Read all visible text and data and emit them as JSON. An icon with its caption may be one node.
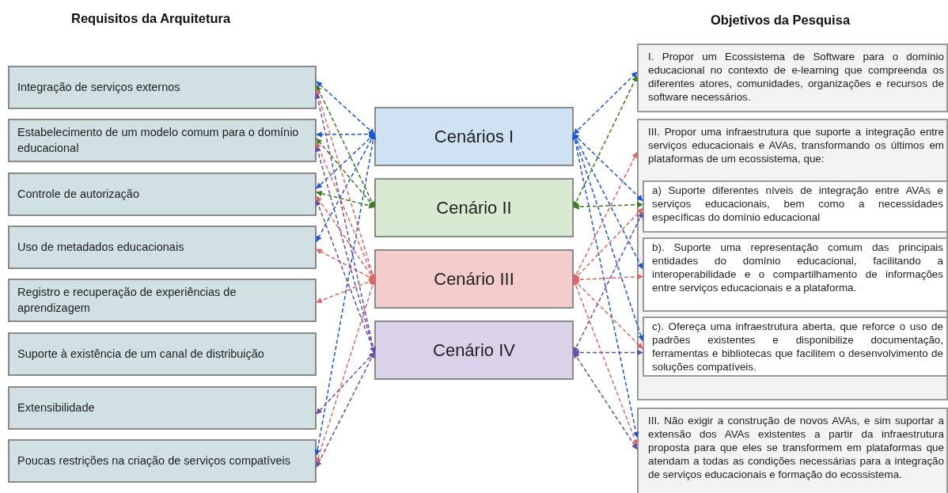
{
  "diagram": {
    "nodes": [
      {
        "text": [
          "Integração de serviços externos"
        ]
      },
      {
        "text": [
          "Estabelecimento de um modelo comum para o domínio educacional"
        ]
      },
      {
        "text": [
          "Controle de autorização"
        ]
      },
      {
        "text": [
          "Uso de metadados educacionais"
        ]
      },
      {
        "text": [
          "Registro e recuperação de experiências de aprendizagem"
        ]
      },
      {
        "text": [
          "Suporte à existência de um canal de distribuição"
        ]
      },
      {
        "text": [
          "Extensibilidade"
        ]
      },
      {
        "text": [
          "Poucas restrições na criação de serviços compatíveis"
        ]
      },
      {
        "text": [
          "Cenários I"
        ]
      },
      {
        "text": [
          "Cenário II"
        ]
      },
      {
        "text": [
          "Cenário III"
        ]
      },
      {
        "text": [
          "Cenário IV"
        ]
      },
      {
        "text": [
          "I. Propor um Ecossistema de Software para o domínio educacional no contexto de e-learning que compreenda os diferentes atores, comunidades, organizações e recursos de software necessários."
        ]
      },
      {
        "text": [
          "III. Propor uma infraestrutura que suporte a integração entre serviços educacionais e AVAs, transformando os últimos em plataformas de um ecossistema, que:"
        ]
      },
      {
        "text": [
          "a) Suporte diferentes níveis de integração entre AVAs e serviços educacionais, bem como a necessidades específicas do domínio educacional"
        ],
        "in": 13
      },
      {
        "text": [
          "b). Suporte uma representação comum das principais entidades do domínio educacional, facilitando a interoperabilidade e o compartilhamento de informações entre serviços educacionais e a plataforma."
        ],
        "in": 13
      },
      {
        "text": [
          "c). Ofereça uma infraestrutura aberta, que reforce o uso de padrões existentes e disponibilize documentação, ferramentas e bibliotecas que facilitem o desenvolvimento de soluções compatíveis."
        ],
        "in": 13
      },
      {
        "text": [
          "III. Não exigir a construção de novos AVAs, e sim suportar a extensão dos AVAs existentes a partir da infraestrutura proposta para que eles se transformem em plataformas que atendam a todas as condições necessárias para a integração de serviços educacionais e formação do ecossistema."
        ]
      }
    ],
    "edges": [
      {
        "from": 8,
        "to": 0,
        "arrow": "both",
        "style": "dashed",
        "color": "#1a56d6"
      },
      {
        "from": 8,
        "to": 1,
        "arrow": "both",
        "style": "dashed",
        "color": "#1a56d6"
      },
      {
        "from": 8,
        "to": 2,
        "arrow": "both",
        "style": "dashed",
        "color": "#1a56d6"
      },
      {
        "from": 8,
        "to": 3,
        "arrow": "both",
        "style": "dashed",
        "color": "#1a56d6"
      },
      {
        "from": 8,
        "to": 7,
        "arrow": "both",
        "style": "dashed",
        "color": "#1a56d6"
      },
      {
        "from": 9,
        "to": 0,
        "arrow": "both",
        "style": "dashed",
        "color": "#3a7d1e"
      },
      {
        "from": 9,
        "to": 1,
        "arrow": "both",
        "style": "dashed",
        "color": "#3a7d1e"
      },
      {
        "from": 9,
        "to": 2,
        "arrow": "both",
        "style": "dashed",
        "color": "#3a7d1e"
      },
      {
        "from": 10,
        "to": 0,
        "arrow": "both",
        "style": "dashed",
        "color": "#e06666"
      },
      {
        "from": 10,
        "to": 1,
        "arrow": "both",
        "style": "dashed",
        "color": "#e06666"
      },
      {
        "from": 10,
        "to": 2,
        "arrow": "both",
        "style": "dashed",
        "color": "#e06666"
      },
      {
        "from": 10,
        "to": 3,
        "arrow": "both",
        "style": "dashed",
        "color": "#e06666"
      },
      {
        "from": 10,
        "to": 4,
        "arrow": "both",
        "style": "dashed",
        "color": "#e06666"
      },
      {
        "from": 10,
        "to": 7,
        "arrow": "both",
        "style": "dashed",
        "color": "#e06666"
      },
      {
        "from": 11,
        "to": 0,
        "arrow": "both",
        "style": "dashed",
        "color": "#674ea7"
      },
      {
        "from": 11,
        "to": 1,
        "arrow": "both",
        "style": "dashed",
        "color": "#674ea7"
      },
      {
        "from": 11,
        "to": 2,
        "arrow": "both",
        "style": "dashed",
        "color": "#674ea7"
      },
      {
        "from": 11,
        "to": 6,
        "arrow": "both",
        "style": "dashed",
        "color": "#674ea7"
      },
      {
        "from": 11,
        "to": 7,
        "arrow": "both",
        "style": "dashed",
        "color": "#674ea7"
      },
      {
        "from": 8,
        "to": 12,
        "arrow": "both",
        "style": "dashed",
        "color": "#1a56d6"
      },
      {
        "from": 8,
        "to": 14,
        "arrow": "both",
        "style": "dashed",
        "color": "#1a56d6"
      },
      {
        "from": 8,
        "to": 15,
        "arrow": "both",
        "style": "dashed",
        "color": "#1a56d6"
      },
      {
        "from": 8,
        "to": 16,
        "arrow": "both",
        "style": "dashed",
        "color": "#1a56d6"
      },
      {
        "from": 8,
        "to": 17,
        "arrow": "both",
        "style": "dashed",
        "color": "#1a56d6"
      },
      {
        "from": 9,
        "to": 12,
        "arrow": "both",
        "style": "dashed",
        "color": "#3a7d1e"
      },
      {
        "from": 9,
        "to": 14,
        "arrow": "both",
        "style": "dashed",
        "color": "#3a7d1e"
      },
      {
        "from": 10,
        "to": 13,
        "arrow": "both",
        "style": "dashed",
        "color": "#e06666"
      },
      {
        "from": 10,
        "to": 14,
        "arrow": "both",
        "style": "dashed",
        "color": "#e06666"
      },
      {
        "from": 10,
        "to": 15,
        "arrow": "both",
        "style": "dashed",
        "color": "#e06666"
      },
      {
        "from": 10,
        "to": 16,
        "arrow": "both",
        "style": "dashed",
        "color": "#e06666"
      },
      {
        "from": 10,
        "to": 17,
        "arrow": "both",
        "style": "dashed",
        "color": "#e06666"
      },
      {
        "from": 11,
        "to": 14,
        "arrow": "both",
        "style": "dashed",
        "color": "#674ea7"
      },
      {
        "from": 11,
        "to": 16,
        "arrow": "both",
        "style": "dashed",
        "color": "#674ea7"
      },
      {
        "from": 11,
        "to": 17,
        "arrow": "both",
        "style": "dashed",
        "color": "#674ea7"
      }
    ],
    "labels": [
      "Requisitos da Arquitetura",
      "Objetivos da Pesquisa"
    ]
  }
}
